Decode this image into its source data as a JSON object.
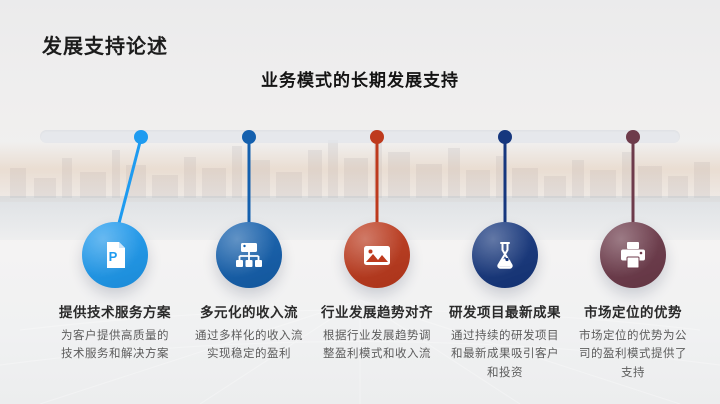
{
  "slide": {
    "title": "发展支持论述",
    "subtitle": "业务模式的长期发展支持"
  },
  "timeline": {
    "items": [
      {
        "title": "提供技术服务方案",
        "description": "为客户提供高质量的技术服务和解决方案",
        "icon": "presentation-file-icon",
        "color": "#1E9BF0"
      },
      {
        "title": "多元化的收入流",
        "description": "通过多样化的收入流实现稳定的盈利",
        "icon": "org-chart-icon",
        "color": "#1460AE"
      },
      {
        "title": "行业发展趋势对齐",
        "description": "根据行业发展趋势调整盈利模式和收入流",
        "icon": "image-icon",
        "color": "#BE3A1D"
      },
      {
        "title": "研发项目最新成果",
        "description": "通过持续的研发项目和最新成果吸引客户和投资",
        "icon": "flask-icon",
        "color": "#16377E"
      },
      {
        "title": "市场定位的优势",
        "description": "市场定位的优势为公司的盈利模式提供了支持",
        "icon": "printer-icon",
        "color": "#6E3B4B"
      }
    ]
  }
}
